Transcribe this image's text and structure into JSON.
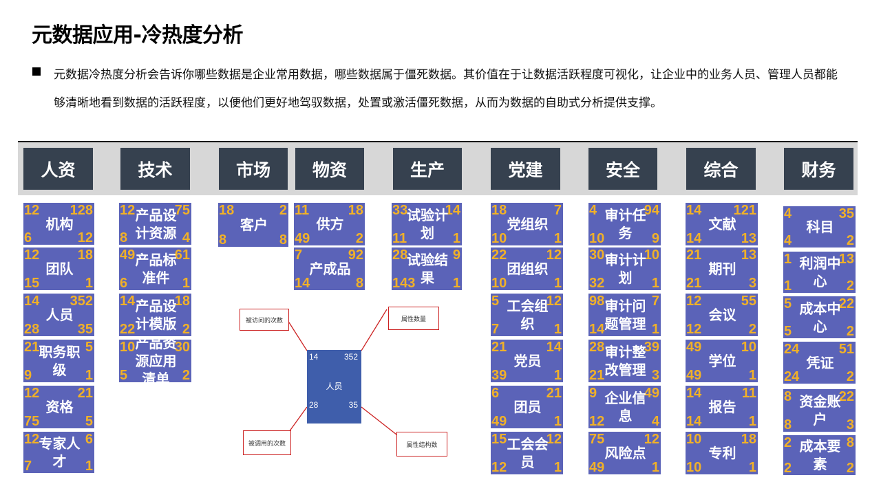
{
  "title": "元数据应用-冷热度分析",
  "description": "元数据冷热度分析会告诉你哪些数据是企业常用数据，哪些数据属于僵死数据。其价值在于让数据活跃程度可视化，让企业中的业务人员、管理人员都能够清晰地看到数据的活跃程度，以便他们更好地驾驭数据，处置或激活僵死数据，从而为数据的自助式分析提供支撑。",
  "categories": [
    {
      "label": "人资",
      "items": [
        {
          "label": "机构",
          "tl": "12",
          "tr": "128",
          "bl": "6",
          "br": "12"
        },
        {
          "label": "团队",
          "tl": "12",
          "tr": "18",
          "bl": "15",
          "br": "1"
        },
        {
          "label": "人员",
          "tl": "14",
          "tr": "352",
          "bl": "28",
          "br": "35"
        },
        {
          "label": "职务职级",
          "tl": "21",
          "tr": "5",
          "bl": "9",
          "br": "1"
        },
        {
          "label": "资格",
          "tl": "12",
          "tr": "21",
          "bl": "75",
          "br": "5"
        },
        {
          "label": "专家人才",
          "tl": "12",
          "tr": "6",
          "bl": "7",
          "br": "1"
        }
      ]
    },
    {
      "label": "技术",
      "items": [
        {
          "label": "产品设计资源",
          "tl": "12",
          "tr": "75",
          "bl": "8",
          "br": "4"
        },
        {
          "label": "产品标准件",
          "tl": "49",
          "tr": "61",
          "bl": "6",
          "br": "1"
        },
        {
          "label": "产品设计模版",
          "tl": "14",
          "tr": "18",
          "bl": "22",
          "br": "2"
        },
        {
          "label": "产品资源应用清单",
          "tl": "10",
          "tr": "30",
          "bl": "5",
          "br": "2"
        }
      ]
    },
    {
      "label": "市场",
      "items": [
        {
          "label": "客户",
          "tl": "18",
          "tr": "2",
          "bl": "8",
          "br": "8"
        }
      ]
    },
    {
      "label": "物资",
      "items": [
        {
          "label": "供方",
          "tl": "11",
          "tr": "18",
          "bl": "49",
          "br": "2"
        },
        {
          "label": "产成品",
          "tl": "7",
          "tr": "92",
          "bl": "14",
          "br": "8"
        }
      ]
    },
    {
      "label": "生产",
      "items": [
        {
          "label": "试验计划",
          "tl": "33",
          "tr": "14",
          "bl": "11",
          "br": "1"
        },
        {
          "label": "试验结果",
          "tl": "28",
          "tr": "9",
          "bl": "143",
          "br": "1"
        }
      ]
    },
    {
      "label": "党建",
      "items": [
        {
          "label": "党组织",
          "tl": "18",
          "tr": "7",
          "bl": "10",
          "br": "1"
        },
        {
          "label": "团组织",
          "tl": "22",
          "tr": "12",
          "bl": "10",
          "br": "1"
        },
        {
          "label": "工会组织",
          "tl": "5",
          "tr": "12",
          "bl": "7",
          "br": "1"
        },
        {
          "label": "党员",
          "tl": "21",
          "tr": "14",
          "bl": "39",
          "br": "1"
        },
        {
          "label": "团员",
          "tl": "6",
          "tr": "21",
          "bl": "49",
          "br": "1"
        },
        {
          "label": "工会会员",
          "tl": "15",
          "tr": "12",
          "bl": "12",
          "br": "1"
        }
      ]
    },
    {
      "label": "安全",
      "items": [
        {
          "label": "审计任务",
          "tl": "4",
          "tr": "94",
          "bl": "10",
          "br": "9"
        },
        {
          "label": "审计计划",
          "tl": "30",
          "tr": "10",
          "bl": "32",
          "br": "1"
        },
        {
          "label": "审计问题管理",
          "tl": "98",
          "tr": "7",
          "bl": "14",
          "br": "1"
        },
        {
          "label": "审计整改管理",
          "tl": "28",
          "tr": "39",
          "bl": "21",
          "br": "3"
        },
        {
          "label": "企业信息",
          "tl": "9",
          "tr": "49",
          "bl": "12",
          "br": "4"
        },
        {
          "label": "风险点",
          "tl": "75",
          "tr": "12",
          "bl": "49",
          "br": "1"
        }
      ]
    },
    {
      "label": "综合",
      "items": [
        {
          "label": "文献",
          "tl": "14",
          "tr": "121",
          "bl": "14",
          "br": "13"
        },
        {
          "label": "期刊",
          "tl": "21",
          "tr": "13",
          "bl": "21",
          "br": "3"
        },
        {
          "label": "会议",
          "tl": "12",
          "tr": "55",
          "bl": "12",
          "br": "2"
        },
        {
          "label": "学位",
          "tl": "49",
          "tr": "10",
          "bl": "49",
          "br": "1"
        },
        {
          "label": "报告",
          "tl": "14",
          "tr": "11",
          "bl": "14",
          "br": "1"
        },
        {
          "label": "专利",
          "tl": "10",
          "tr": "18",
          "bl": "10",
          "br": "1"
        }
      ]
    },
    {
      "label": "财务",
      "items": [
        {
          "label": "科目",
          "tl": "4",
          "tr": "35",
          "bl": "4",
          "br": "2"
        },
        {
          "label": "利润中心",
          "tl": "1",
          "tr": "13",
          "bl": "1",
          "br": "2"
        },
        {
          "label": "成本中心",
          "tl": "5",
          "tr": "22",
          "bl": "5",
          "br": "2"
        },
        {
          "label": "凭证",
          "tl": "24",
          "tr": "51",
          "bl": "24",
          "br": "2"
        },
        {
          "label": "资金账户",
          "tl": "8",
          "tr": "22",
          "bl": "8",
          "br": "3"
        },
        {
          "label": "成本要素",
          "tl": "2",
          "tr": "8",
          "bl": "2",
          "br": "2"
        }
      ]
    }
  ],
  "diagram": {
    "center_label": "人员",
    "tl": "14",
    "tr": "352",
    "bl": "28",
    "br": "35",
    "ann_tl": "被访问的次数",
    "ann_tr": "属性数量",
    "ann_bl": "被调用的次数",
    "ann_br": "属性结构数"
  },
  "colors": {
    "header": "#36414f",
    "box": "#5b63b8",
    "number": "#f1b128",
    "center": "#3f5eab"
  }
}
